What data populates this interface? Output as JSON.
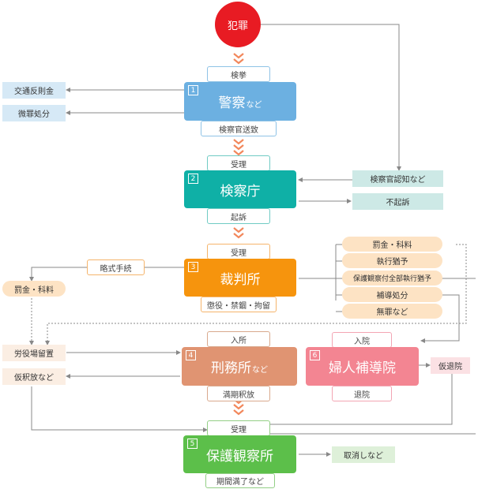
{
  "colors": {
    "crime": "#e81b23",
    "police": "#6cb0e1",
    "prosecutor": "#0fb0a6",
    "court": "#f6940d",
    "prison": "#e09472",
    "women_guidance": "#f38592",
    "probation": "#5cbf4a",
    "chevron": "#f2875b",
    "line": "#888888"
  },
  "crime": {
    "label": "犯罪"
  },
  "police": {
    "number": "1",
    "title": "警察",
    "suffix": "など",
    "in_label": "検挙",
    "out_label": "検察官送致",
    "side": [
      "交通反則金",
      "微罪処分"
    ]
  },
  "prosecutor": {
    "number": "2",
    "title": "検察庁",
    "in_label": "受理",
    "out_label": "起訴",
    "side_in": "検察官認知など",
    "side_out": "不起訴"
  },
  "court": {
    "number": "3",
    "title": "裁判所",
    "in_label": "受理",
    "out_label": "懲役・禁錮・拘留",
    "summary": "略式手続",
    "fine_left": "罰金・科料",
    "outcomes": [
      "罰金・科料",
      "執行猶予",
      "保護観察付全部執行猶予",
      "補導処分",
      "無罪など"
    ]
  },
  "prison": {
    "number": "4",
    "title": "刑務所",
    "suffix": "など",
    "in_label": "入所",
    "out_label": "満期釈放",
    "side": [
      "労役場留置",
      "仮釈放など"
    ]
  },
  "women_guidance": {
    "number": "6",
    "title": "婦人補導院",
    "in_label": "入院",
    "out_label": "退院",
    "side": "仮退院"
  },
  "probation": {
    "number": "5",
    "title": "保護観察所",
    "in_label": "受理",
    "out_label": "期間満了など",
    "side": "取消しなど"
  }
}
